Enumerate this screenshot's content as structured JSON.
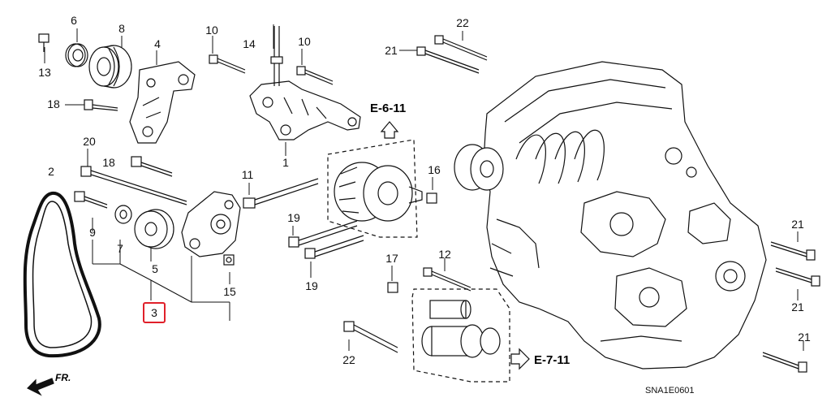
{
  "diagram": {
    "callouts": {
      "n6": "6",
      "n8": "8",
      "n4": "4",
      "n13": "13",
      "n18a": "18",
      "n10a": "10",
      "n14": "14",
      "n10b": "10",
      "n22a": "22",
      "n21a": "21",
      "n1": "1",
      "n20": "20",
      "n18b": "18",
      "n2": "2",
      "n11": "11",
      "n16": "16",
      "n9": "9",
      "n7": "7",
      "n5": "5",
      "n3": "3",
      "n15": "15",
      "n19a": "19",
      "n19b": "19",
      "n17": "17",
      "n12": "12",
      "n22b": "22",
      "n21b": "21",
      "n21c": "21",
      "n21d": "21"
    },
    "refs": {
      "e611": "E-6-11",
      "e711": "E-7-11"
    },
    "direction_label": "FR.",
    "drawing_code": "SNA1E0601",
    "highlight_color": "#e0202a",
    "highlighted_part": "3"
  }
}
